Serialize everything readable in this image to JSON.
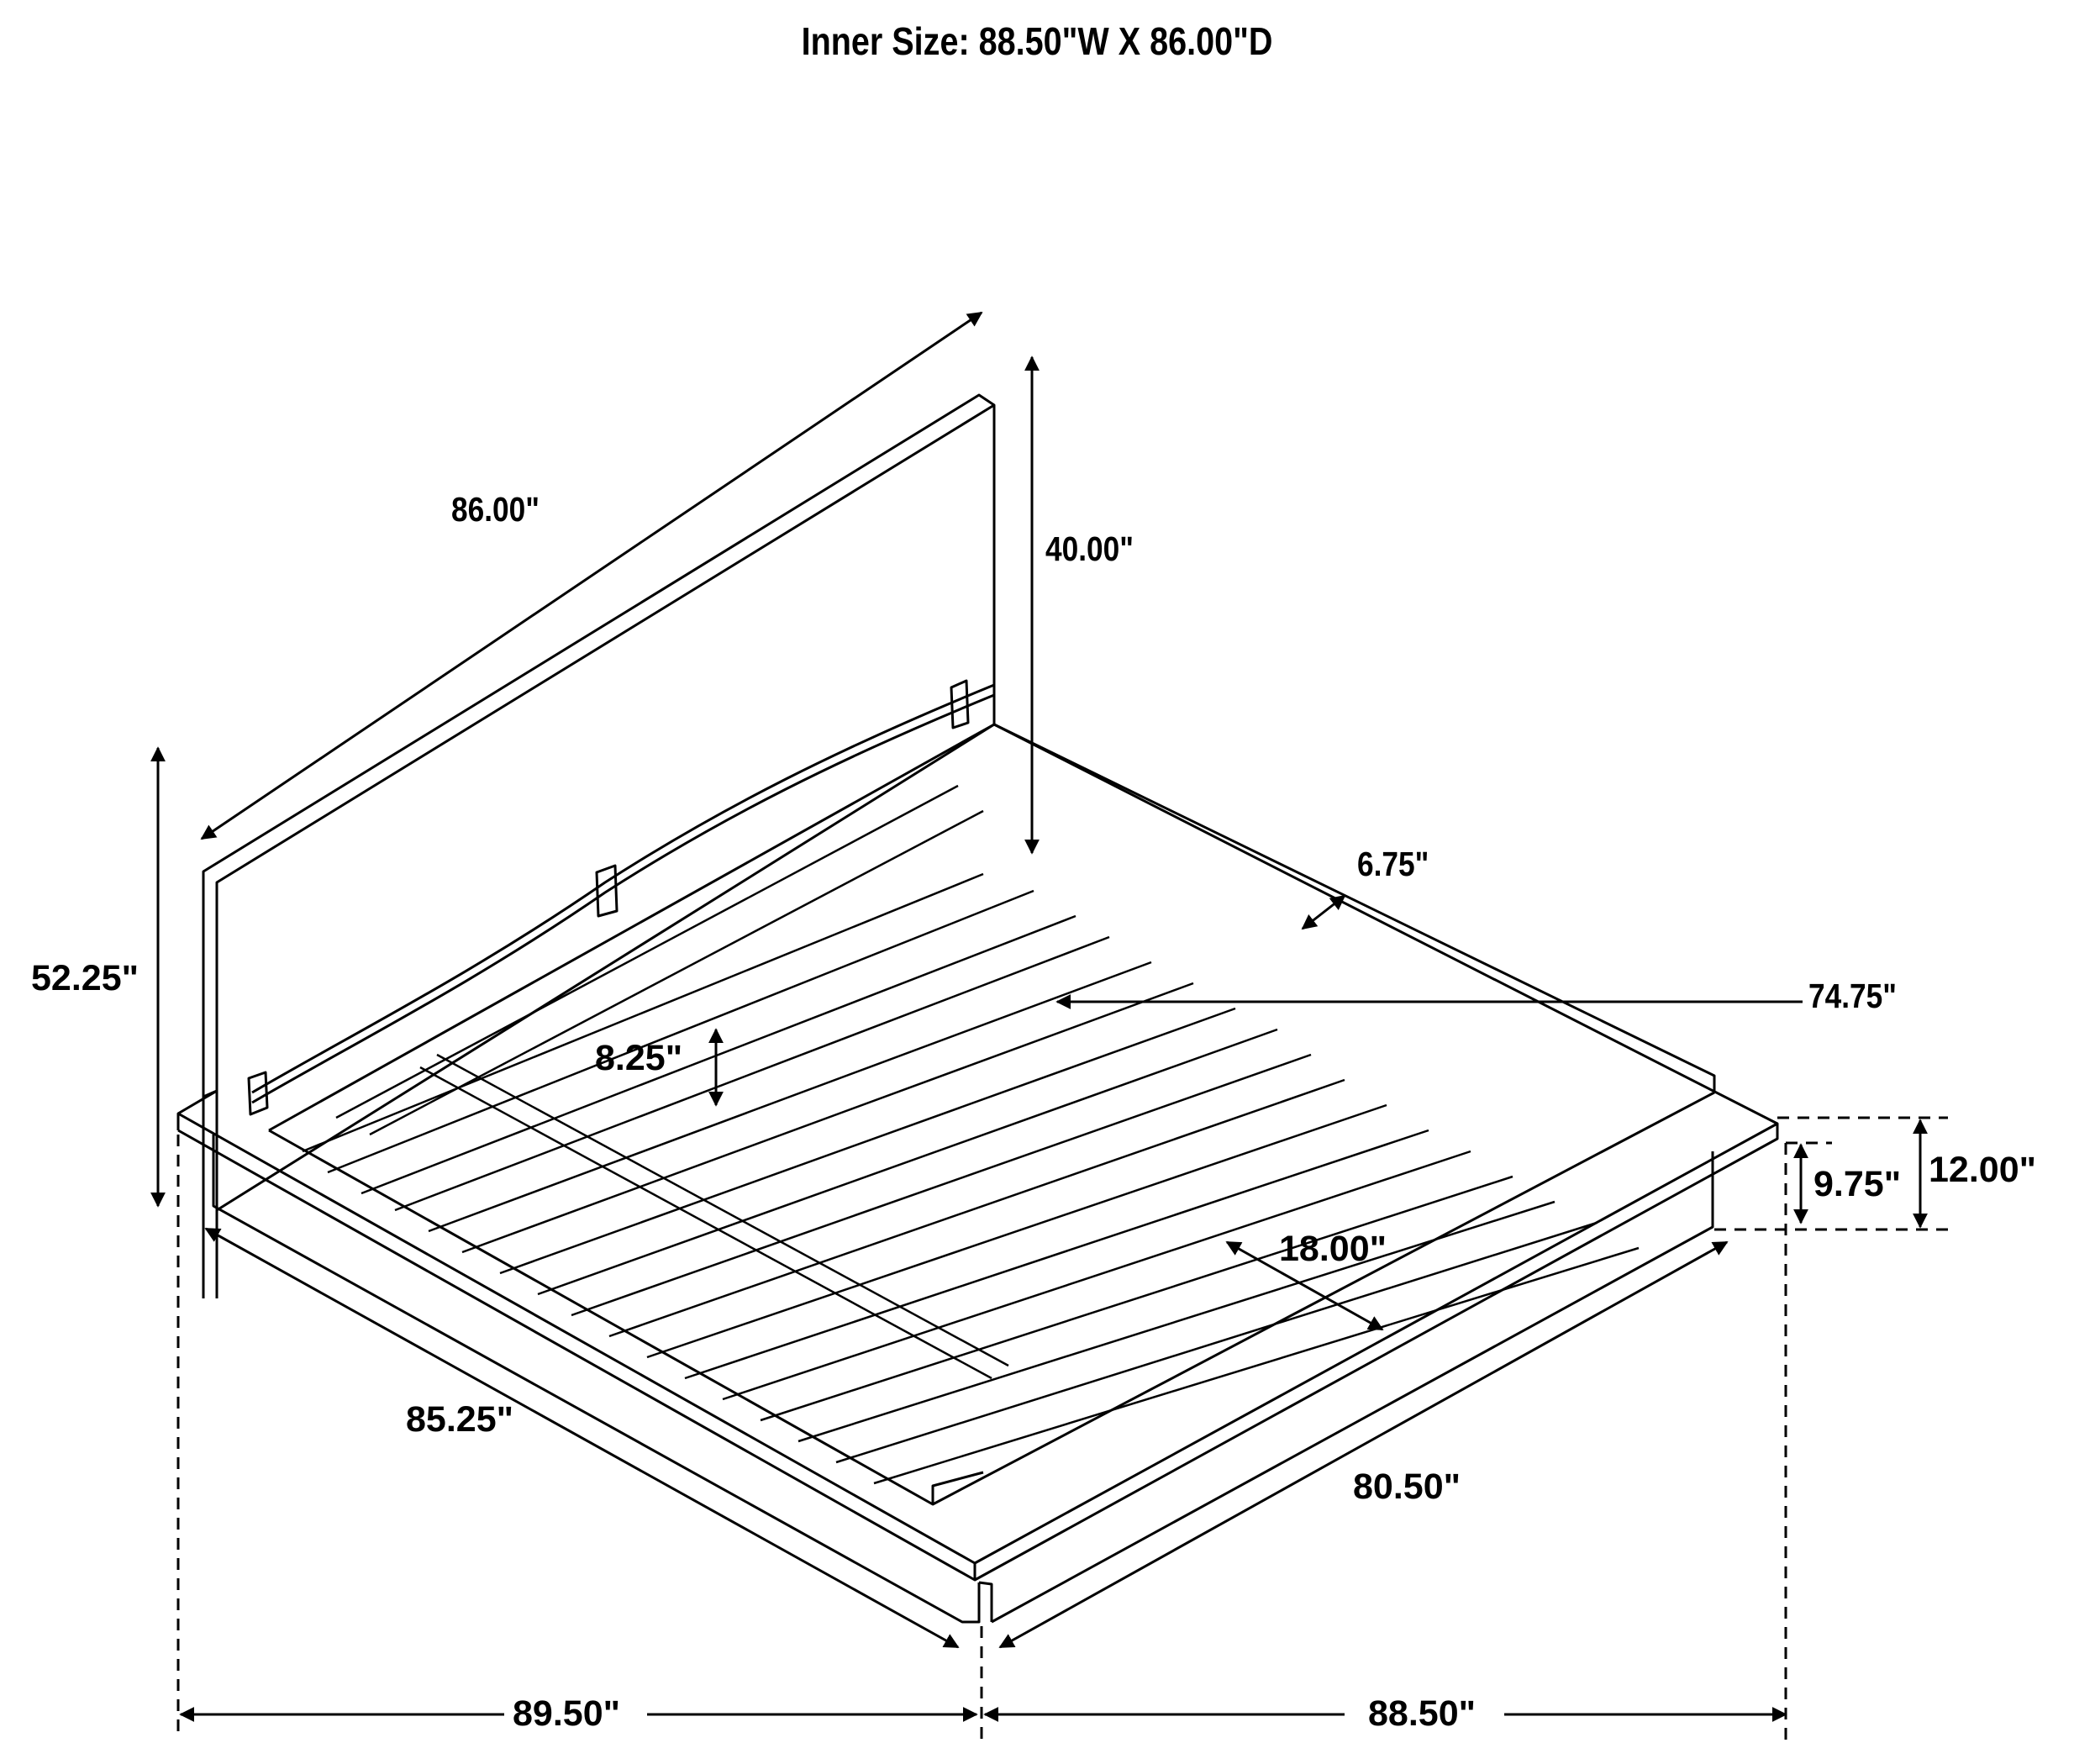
{
  "title": "Inner Size: 88.50\"W X 86.00\"D",
  "diagram": {
    "subject": "Platform bed with headboard and slat support",
    "line_color": "#000000",
    "background_color": "#ffffff",
    "dimensions": {
      "headboard_width": "86.00\"",
      "headboard_height": "40.00\"",
      "overall_height": "52.25\"",
      "slat_gap": "6.75\"",
      "inner_length": "74.75\"",
      "slat_spacing": "8.25\"",
      "platform_height": "9.75\"",
      "total_base_height": "12.00\"",
      "ledge_depth": "18.00\"",
      "side_length": "85.25\"",
      "foot_length": "80.50\"",
      "overall_depth": "89.50\"",
      "overall_width": "88.50\""
    }
  }
}
